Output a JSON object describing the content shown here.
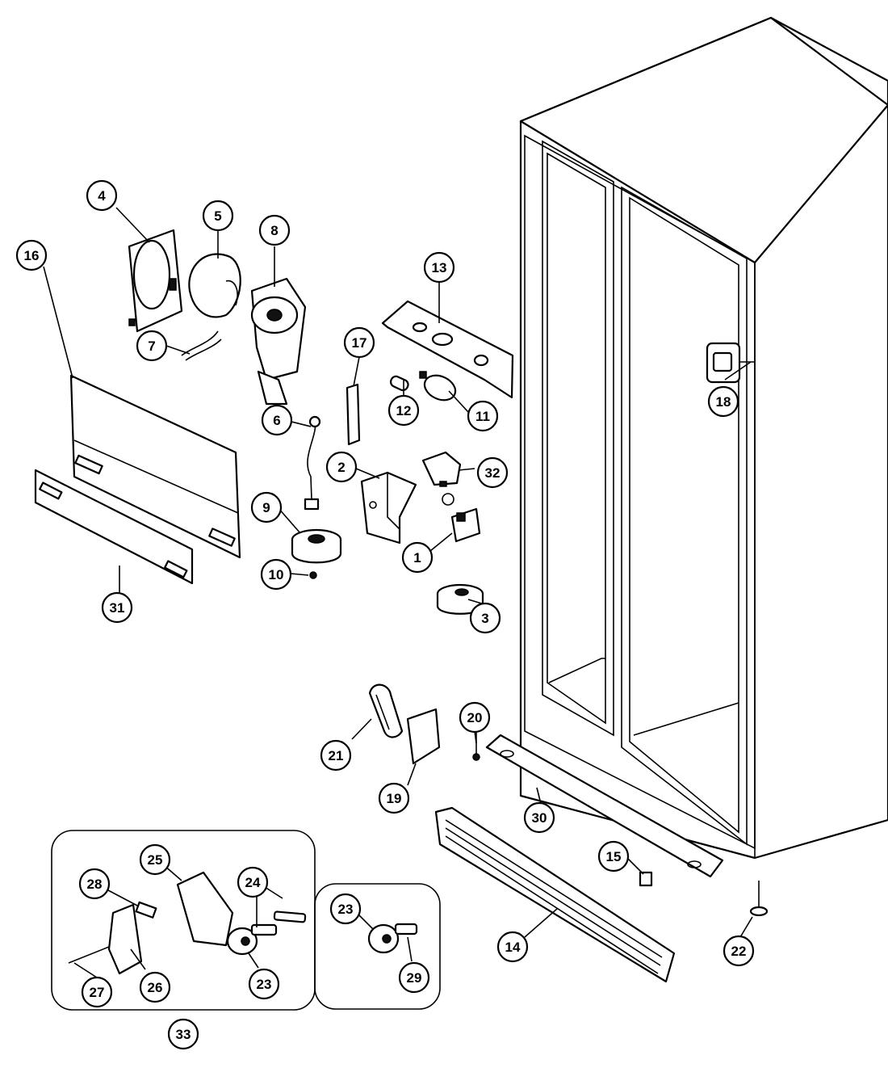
{
  "diagram": {
    "callouts": [
      {
        "id": "c1",
        "label": "1"
      },
      {
        "id": "c2",
        "label": "2"
      },
      {
        "id": "c3",
        "label": "3"
      },
      {
        "id": "c4",
        "label": "4"
      },
      {
        "id": "c5",
        "label": "5"
      },
      {
        "id": "c6",
        "label": "6"
      },
      {
        "id": "c7",
        "label": "7"
      },
      {
        "id": "c8",
        "label": "8"
      },
      {
        "id": "c9",
        "label": "9"
      },
      {
        "id": "c10",
        "label": "10"
      },
      {
        "id": "c11",
        "label": "11"
      },
      {
        "id": "c12",
        "label": "12"
      },
      {
        "id": "c13",
        "label": "13"
      },
      {
        "id": "c14",
        "label": "14"
      },
      {
        "id": "c15",
        "label": "15"
      },
      {
        "id": "c16",
        "label": "16"
      },
      {
        "id": "c17",
        "label": "17"
      },
      {
        "id": "c18",
        "label": "18"
      },
      {
        "id": "c19",
        "label": "19"
      },
      {
        "id": "c20",
        "label": "20"
      },
      {
        "id": "c21",
        "label": "21"
      },
      {
        "id": "c22",
        "label": "22"
      },
      {
        "id": "c23a",
        "label": "23"
      },
      {
        "id": "c23b",
        "label": "23"
      },
      {
        "id": "c24",
        "label": "24"
      },
      {
        "id": "c25",
        "label": "25"
      },
      {
        "id": "c26",
        "label": "26"
      },
      {
        "id": "c27",
        "label": "27"
      },
      {
        "id": "c28",
        "label": "28"
      },
      {
        "id": "c29",
        "label": "29"
      },
      {
        "id": "c30",
        "label": "30"
      },
      {
        "id": "c31",
        "label": "31"
      },
      {
        "id": "c32",
        "label": "32"
      },
      {
        "id": "c33",
        "label": "33"
      }
    ]
  }
}
